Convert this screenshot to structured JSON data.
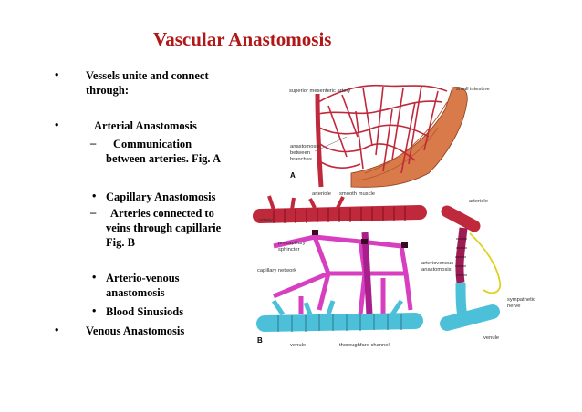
{
  "slide": {
    "title": "Vascular Anastomosis",
    "bullets": {
      "b1_line1": "Vessels unite and connect",
      "b1_line2": "through:",
      "b2": "Arterial Anastomosis",
      "b2_sub_line1": "Communication",
      "b2_sub_line2": "between arteries. Fig. A",
      "b3": "Capillary Anastomosis",
      "b3_sub_line1": "Arteries connected to",
      "b3_sub_line2": "veins through capillarie",
      "b3_sub_line3": "Fig. B",
      "b4_line1": "Arterio-venous",
      "b4_line2": "anastomosis",
      "b5": "Blood Sinusiods",
      "b6": "Venous Anastomosis"
    },
    "markers": {
      "bullet": "•",
      "dash": "–"
    }
  },
  "figure": {
    "labels": {
      "superior_mesenteric_artery": "superior mesenteric artery",
      "small_intestine": "small intestine",
      "anastomosis_1": "anastomosis",
      "anastomosis_2": "between",
      "anastomosis_3": "branches",
      "fig_a": "A",
      "arteriole": "arteriole",
      "smooth_muscle": "smooth muscle",
      "arteriole_right": "arteriole",
      "artery": "artery",
      "precapillary_1": "precapillary",
      "precapillary_2": "sphincter",
      "capillary_network": "capillary network",
      "av_1": "arteriovenous",
      "av_2": "anastomosis",
      "sympathetic_1": "sympathetic",
      "sympathetic_2": "nerve",
      "venule": "venule",
      "thoroughfare_channel": "thoroughfare channel",
      "venule_right": "venule",
      "fig_b": "B"
    },
    "colors": {
      "title": "#b01818",
      "artery": "#c0283c",
      "intestine": "#d97a4a",
      "capillary": "#d83ec0",
      "vein": "#4cc0d8",
      "nerve": "#e0d020"
    }
  }
}
